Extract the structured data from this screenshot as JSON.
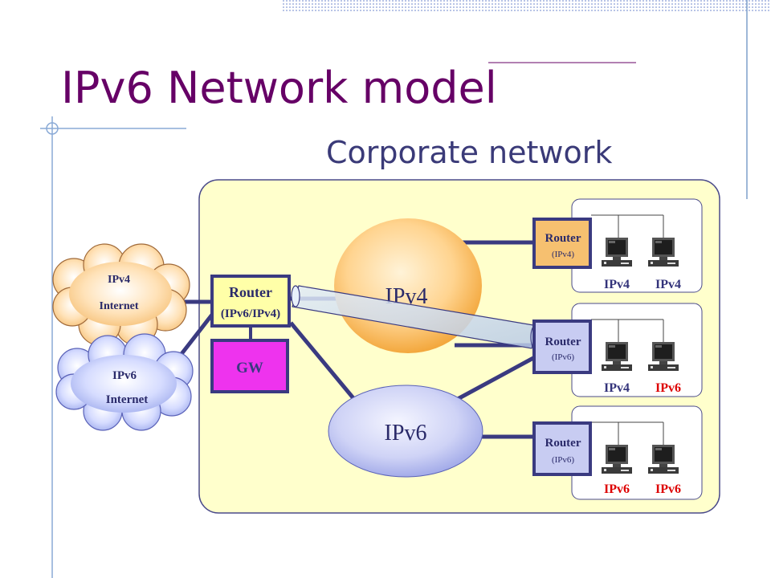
{
  "title": "IPv6 Network model",
  "subtitle": "Corporate network",
  "clouds": {
    "ipv4": {
      "line1": "IPv4",
      "line2": "Internet"
    },
    "ipv6": {
      "line1": "IPv6",
      "line2": "Internet"
    }
  },
  "main_router": {
    "label": "Router",
    "sub": "(IPv6/IPv4)"
  },
  "gw": {
    "label": "GW"
  },
  "networks": {
    "ipv4": "IPv4",
    "ipv6": "IPv6"
  },
  "routers": [
    {
      "label": "Router",
      "sub": "(IPv4)"
    },
    {
      "label": "Router",
      "sub": "(IPv6)"
    },
    {
      "label": "Router",
      "sub": "(IPv6)"
    }
  ],
  "subnets": [
    {
      "hosts": [
        "IPv4",
        "IPv4"
      ]
    },
    {
      "hosts": [
        "IPv4",
        "IPv6"
      ]
    },
    {
      "hosts": [
        "IPv6",
        "IPv6"
      ]
    }
  ],
  "colors": {
    "title": "#660066",
    "subtitle": "#3a3a78",
    "corporate_bg": "#ffffcc",
    "link": "#3a3a80",
    "router_ipv4": "#f6c070",
    "router_ipv6": "#c8ccf2",
    "router_dual": "#ffffa8",
    "gw": "#ee33ee",
    "host_ipv4_label": "#33337a",
    "host_ipv6_label": "#dd0000"
  },
  "icons": [
    "computer-icon",
    "cloud-icon",
    "tunnel-icon"
  ]
}
